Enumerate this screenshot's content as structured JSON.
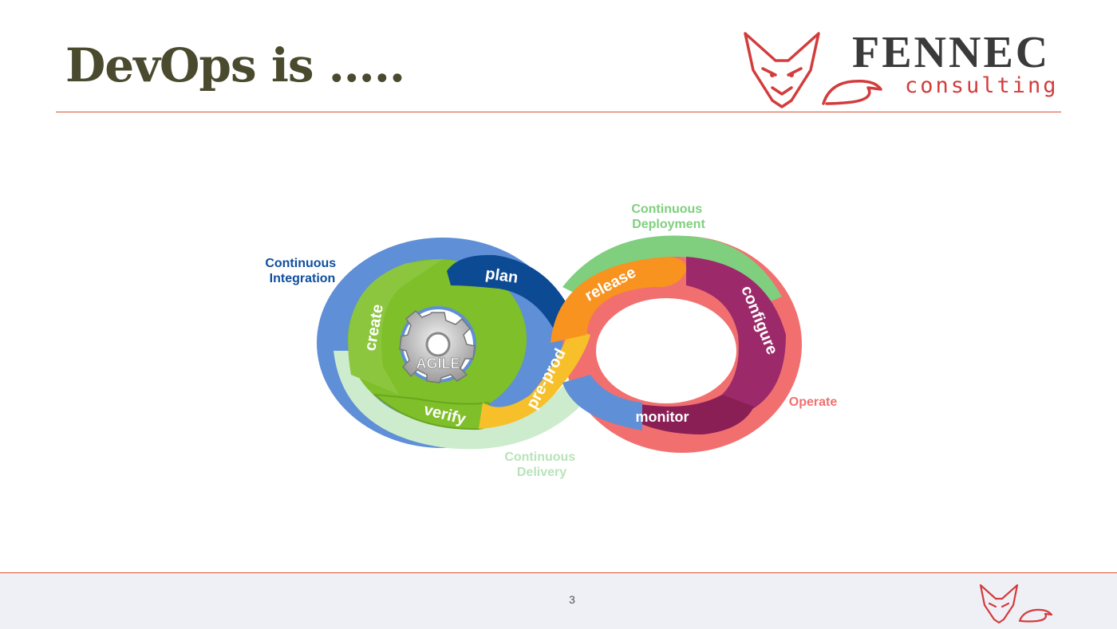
{
  "slide": {
    "title": "DevOps is …..",
    "page_number": "3"
  },
  "logo": {
    "name": "FENNEC",
    "tagline": "consulting",
    "icon": "fox-head-icon",
    "color": "#d33c3c"
  },
  "diagram": {
    "center_label": "AGILE",
    "center_icon": "gear-icon",
    "phases": {
      "plan": "plan",
      "create": "create",
      "verify": "verify",
      "preprod": "pre-prod",
      "release": "release",
      "configure": "configure",
      "monitor": "monitor"
    },
    "stages": {
      "ci": [
        "Continuous",
        "Integration"
      ],
      "cdeploy": [
        "Continuous",
        "Deployment"
      ],
      "cdelivery": [
        "Continuous",
        "Delivery"
      ],
      "operate": "Operate"
    },
    "colors": {
      "ci": "#0f4fa0",
      "cdeploy": "#7fcf7f",
      "cdelivery": "#b9e3b9",
      "operate": "#f07070",
      "plan": "#0d4a94",
      "create": "#8cc63f",
      "verify": "#7fbf2a",
      "preprod": "#f7c02a",
      "release": "#f7931e",
      "configure": "#9c2a6a",
      "monitor": "#8a1f55"
    }
  }
}
